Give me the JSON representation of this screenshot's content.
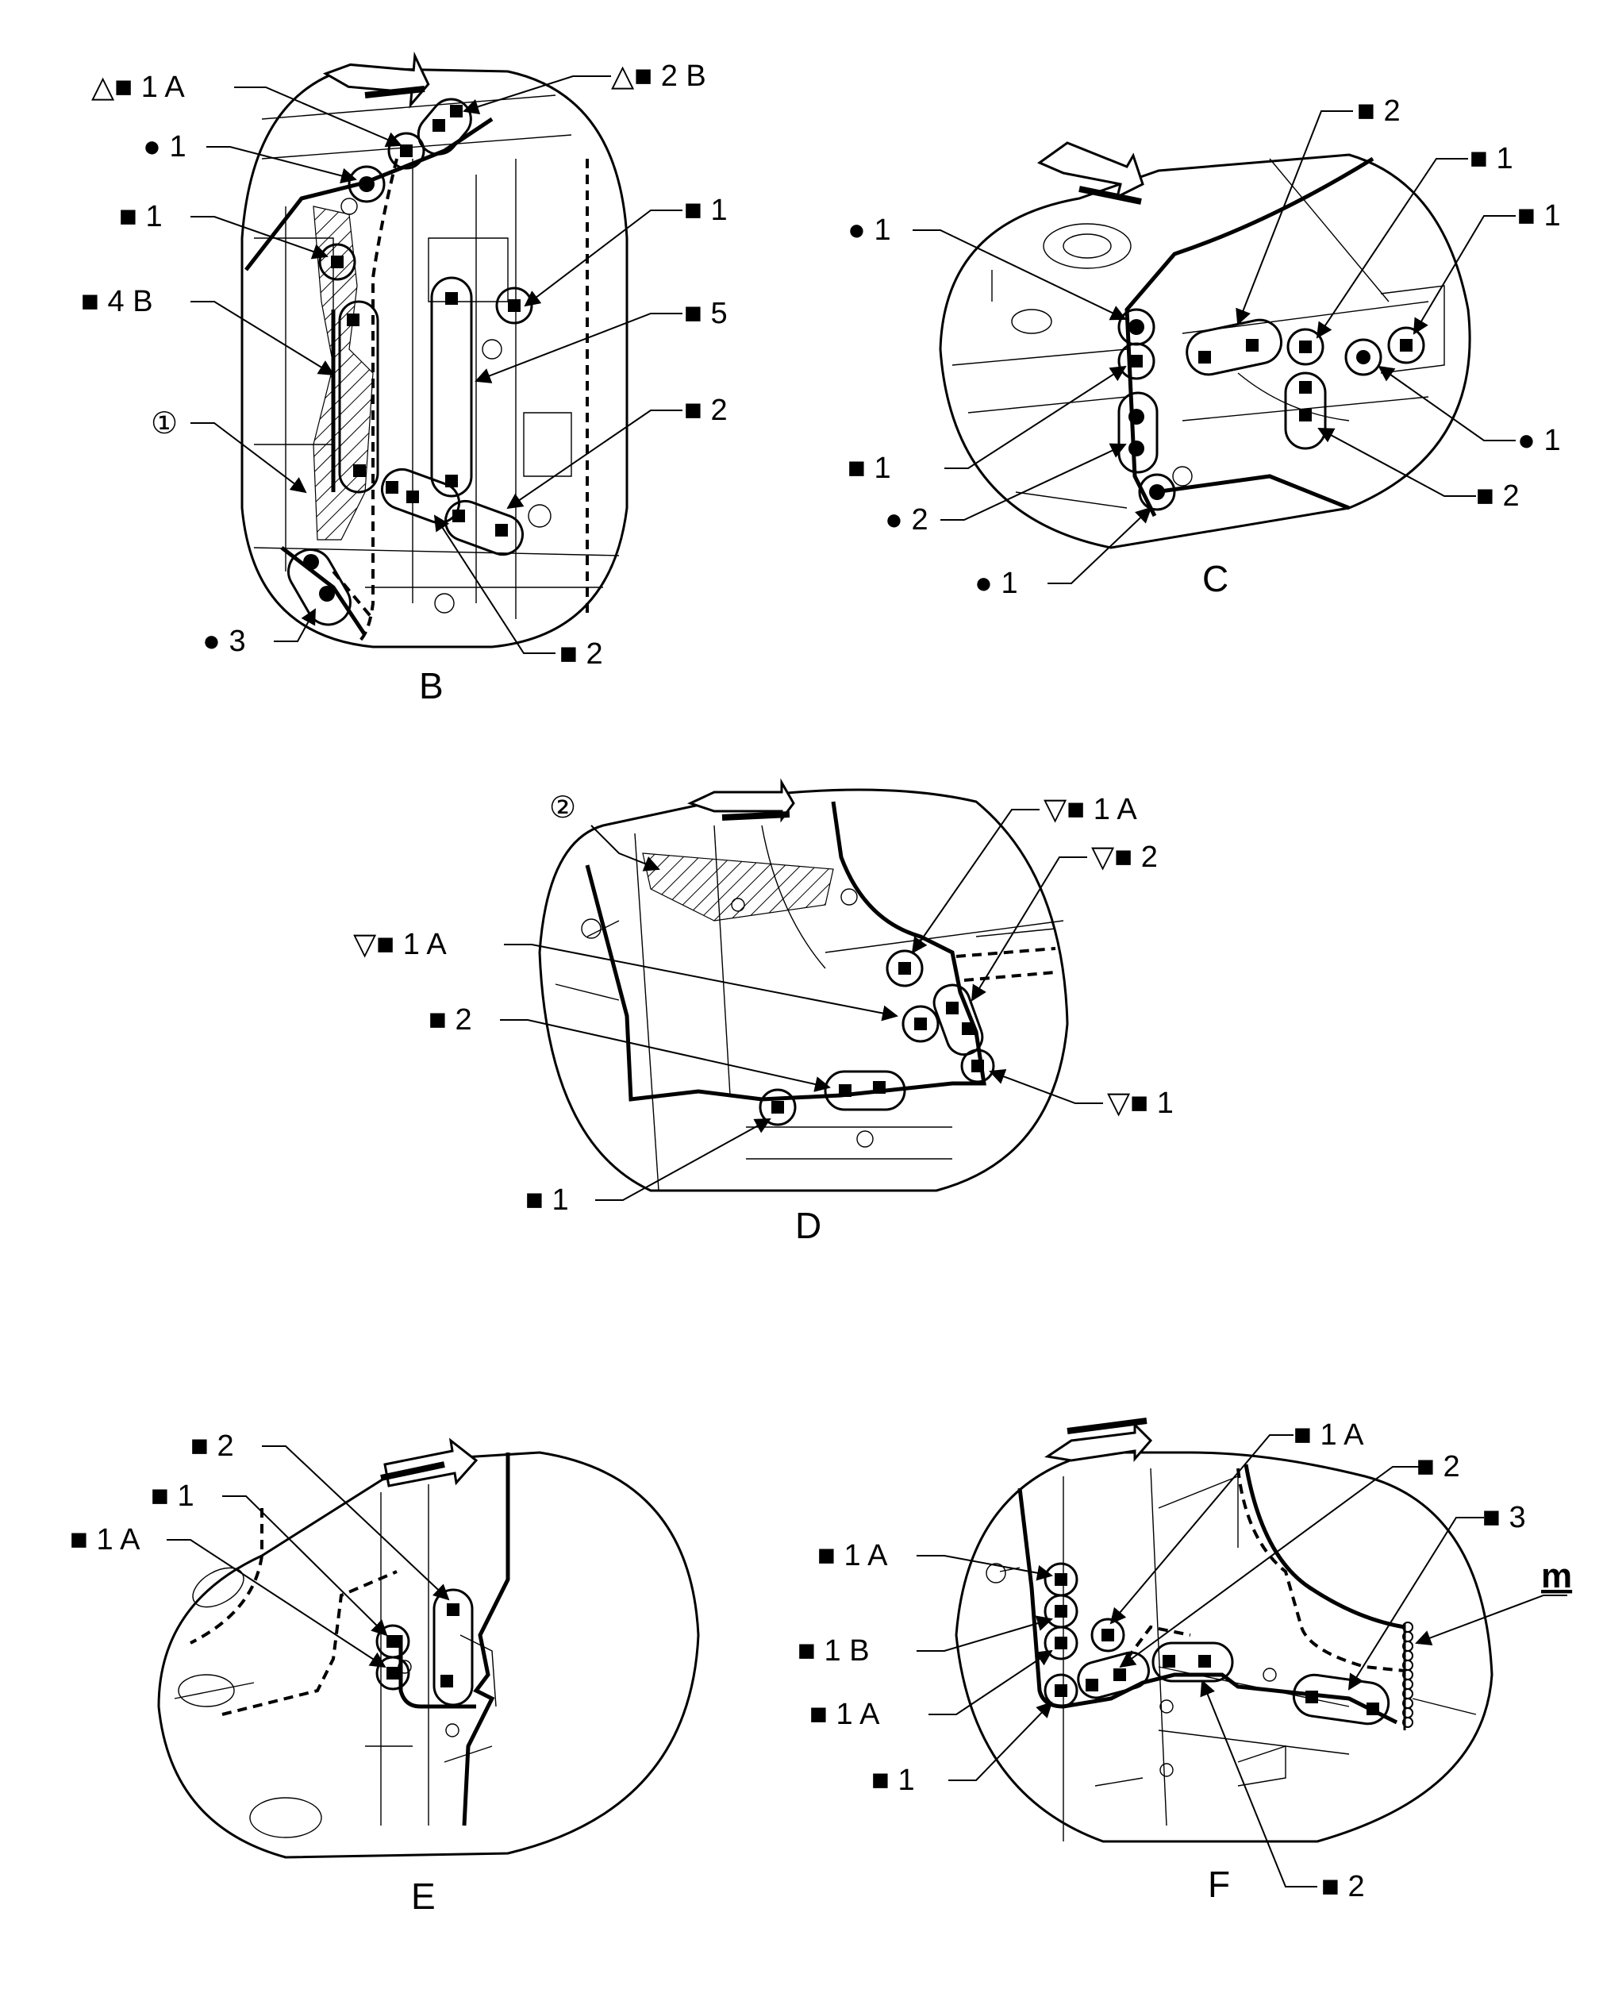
{
  "views": [
    {
      "id": "B",
      "title": "B",
      "callouts": [
        {
          "text": "△■ 1 A"
        },
        {
          "text": "△■ 2 B"
        },
        {
          "text": "● 1"
        },
        {
          "text": "■ 1"
        },
        {
          "text": "■ 1"
        },
        {
          "text": "■ 4 B"
        },
        {
          "text": "■ 5"
        },
        {
          "text": "①"
        },
        {
          "text": "■ 2"
        },
        {
          "text": "● 3"
        },
        {
          "text": "■ 2"
        }
      ]
    },
    {
      "id": "C",
      "title": "C",
      "callouts": [
        {
          "text": "■ 2"
        },
        {
          "text": "■ 1"
        },
        {
          "text": "● 1"
        },
        {
          "text": "■ 1"
        },
        {
          "text": "■ 1"
        },
        {
          "text": "● 1"
        },
        {
          "text": "● 2"
        },
        {
          "text": "■ 2"
        },
        {
          "text": "● 1"
        }
      ]
    },
    {
      "id": "D",
      "title": "D",
      "callouts": [
        {
          "text": "②"
        },
        {
          "text": "▽■ 1 A"
        },
        {
          "text": "▽■ 2"
        },
        {
          "text": "▽■ 1 A"
        },
        {
          "text": "■ 2"
        },
        {
          "text": "▽■ 1"
        },
        {
          "text": "■ 1"
        }
      ]
    },
    {
      "id": "E",
      "title": "E",
      "callouts": [
        {
          "text": "■ 2"
        },
        {
          "text": "■ 1"
        },
        {
          "text": "■ 1 A"
        }
      ]
    },
    {
      "id": "F",
      "title": "F",
      "callouts": [
        {
          "text": "■ 1 A"
        },
        {
          "text": "■ 2"
        },
        {
          "text": "■ 1 A"
        },
        {
          "text": "■ 3"
        },
        {
          "text": "■ 1 B"
        },
        {
          "text": "■ 1 A"
        },
        {
          "text": "■ 1"
        },
        {
          "text": "■ 2"
        }
      ],
      "weld_symbol": "m"
    }
  ],
  "colors": {
    "line": "#000000",
    "background": "#ffffff"
  },
  "icons": [
    "front-direction-arrow-icon",
    "spot-weld-square-icon",
    "spot-weld-circle-icon",
    "arc-weld-symbol-icon"
  ]
}
